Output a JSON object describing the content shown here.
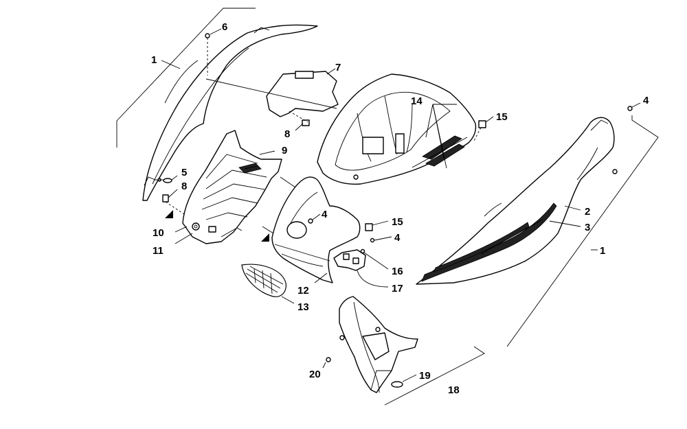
{
  "callouts": {
    "c1a": "1",
    "c1b": "1",
    "c2": "2",
    "c3": "3",
    "c4a": "4",
    "c4b": "4",
    "c4c": "4",
    "c5": "5",
    "c6": "6",
    "c7": "7",
    "c8a": "8",
    "c8b": "8",
    "c9": "9",
    "c10": "10",
    "c11": "11",
    "c12": "12",
    "c13": "13",
    "c14": "14",
    "c15a": "15",
    "c15b": "15",
    "c16": "16",
    "c17": "17",
    "c18": "18",
    "c19": "19",
    "c20": "20"
  },
  "colors": {
    "line": "#000000",
    "background": "#ffffff",
    "graphic": "#222222"
  }
}
